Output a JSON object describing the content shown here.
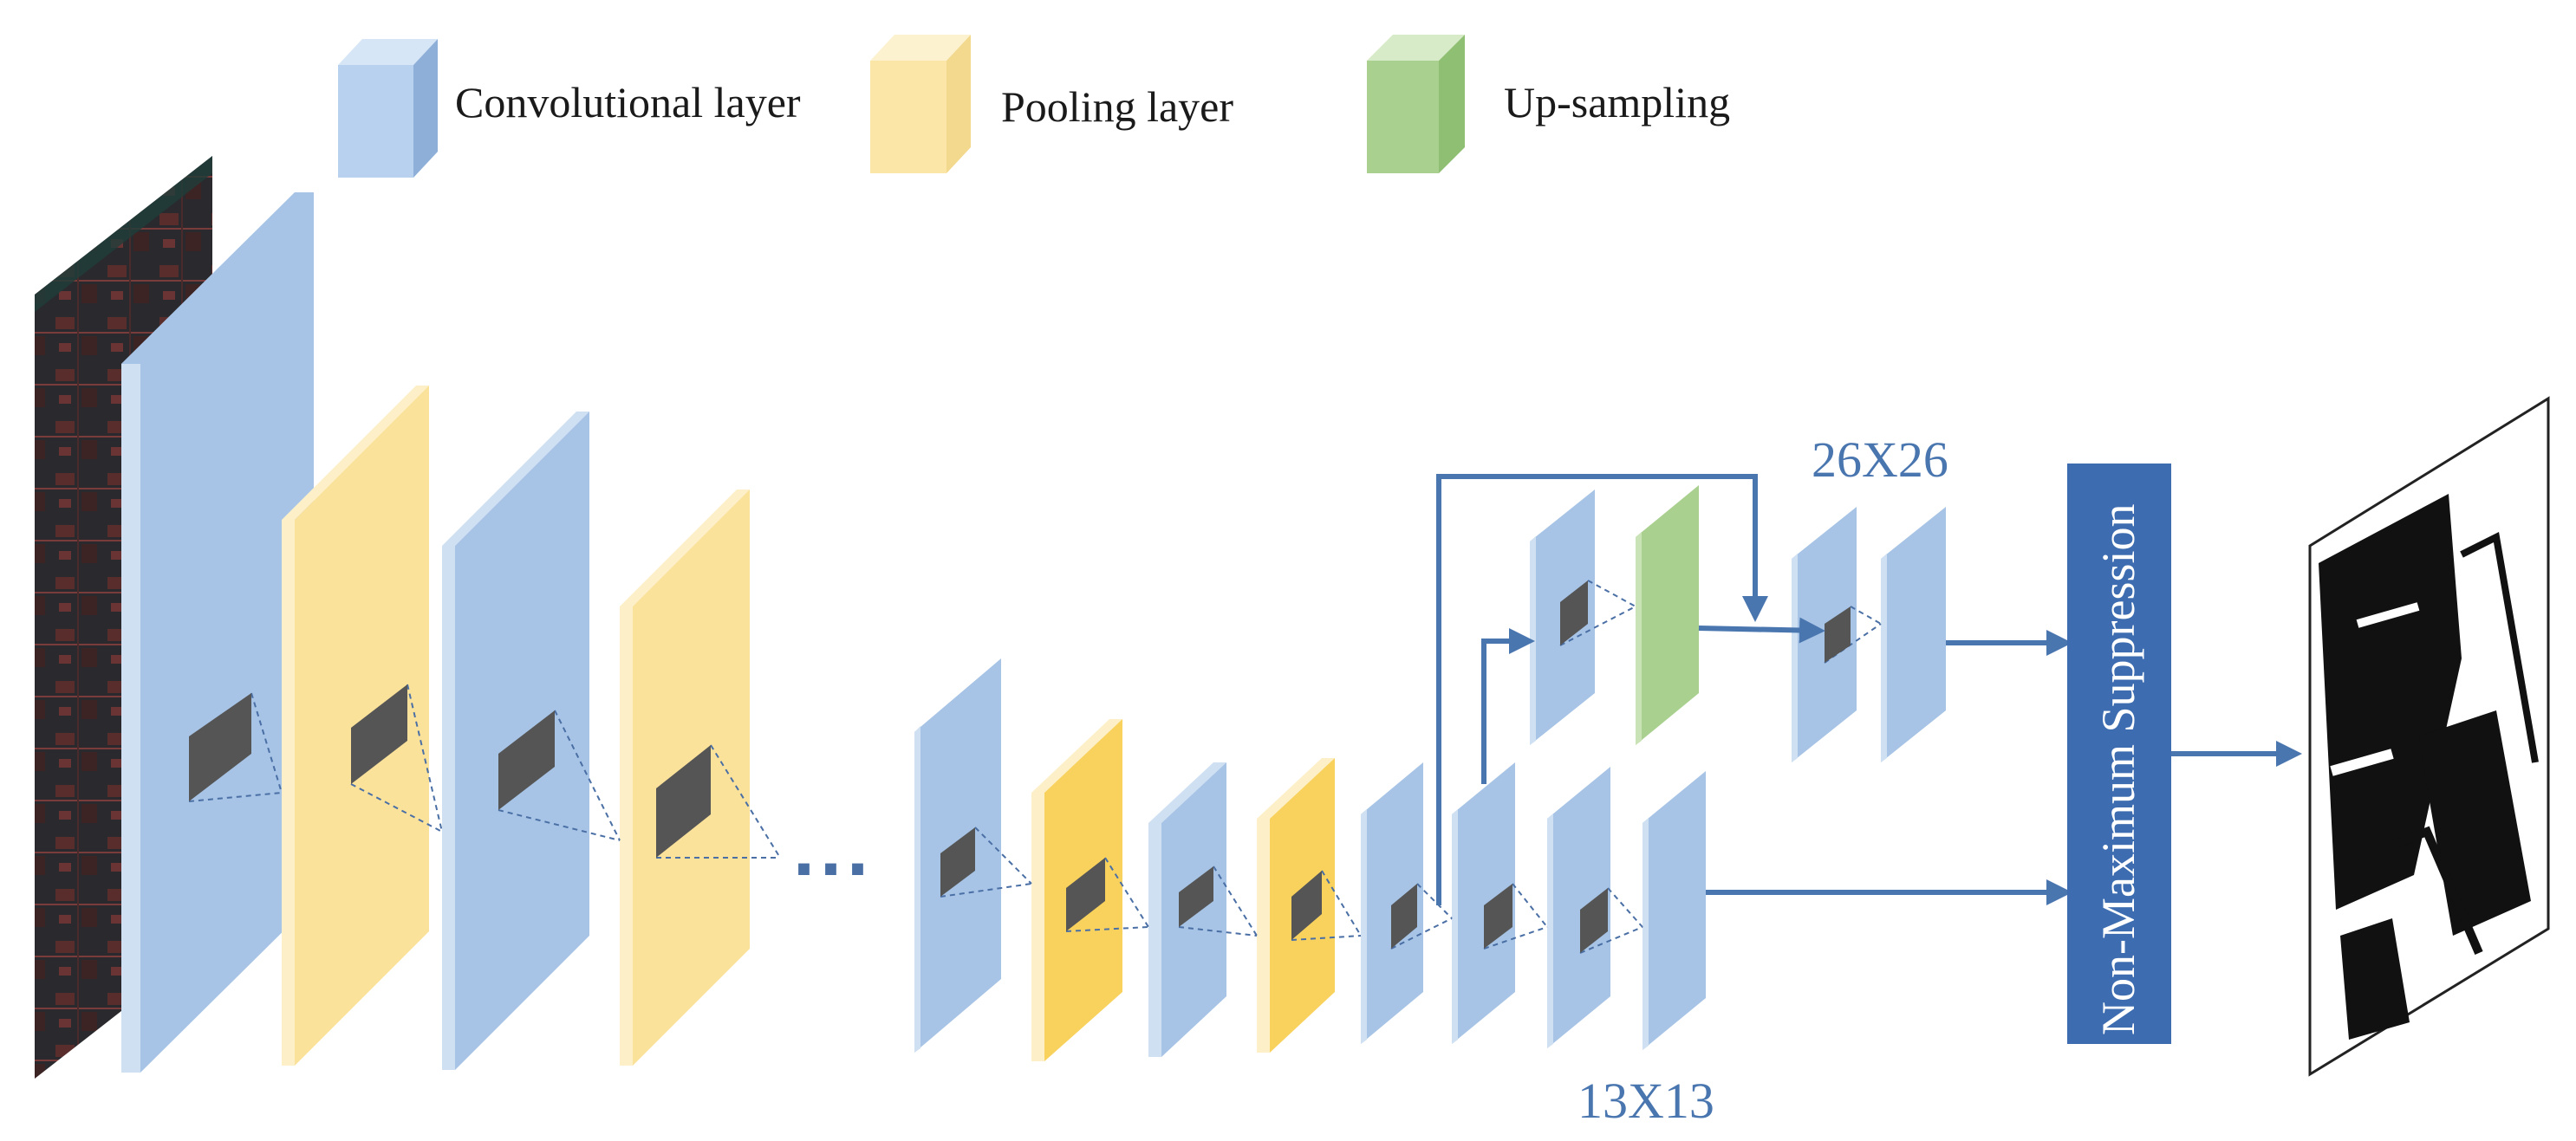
{
  "legend": {
    "conv_label": "Convolutional layer",
    "pool_label": "Pooling layer",
    "upsample_label": "Up-sampling"
  },
  "sizes": {
    "upper": "26X26",
    "lower": "13X13"
  },
  "nms_label": "Non-Maximum Suppression",
  "ellipsis": "...",
  "colors": {
    "conv_face": "#a7c4e6",
    "conv_side": "#cfe0f3",
    "pool_face": "#fbe29b",
    "pool_side": "#fdf0c8",
    "pool_face_dark": "#f9d25e",
    "upsample_face": "#a9d08e",
    "upsample_side": "#c9e3b6",
    "kernel": "#555555",
    "arrow": "#4a76b0",
    "nms_box": "#3d6db0"
  }
}
